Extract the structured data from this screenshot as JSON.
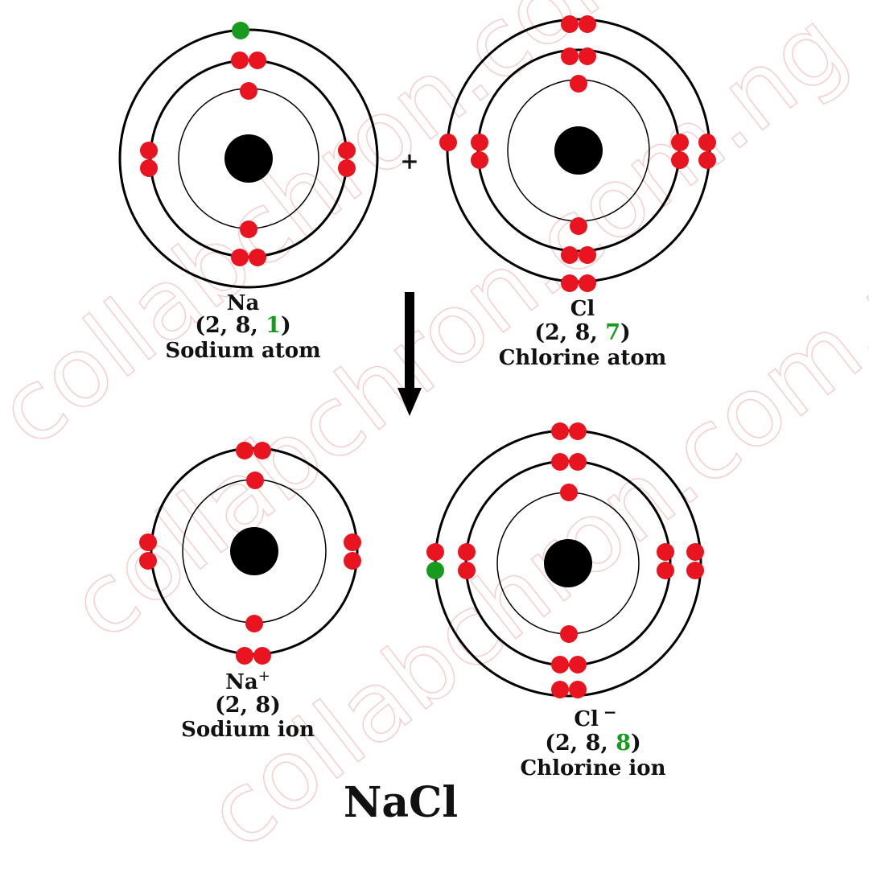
{
  "watermark": "collabchron.com.ng",
  "colors": {
    "electron": "#e8141f",
    "transferred_electron": "#179a1d",
    "nucleus": "#000000",
    "highlight_text": "#179a1d"
  },
  "plus_sign": "+",
  "sodium_atom": {
    "symbol": "Na",
    "config_prefix": "(2, 8, ",
    "config_highlight": "1",
    "config_suffix": ")",
    "name": "Sodium atom",
    "shells": [
      2,
      8,
      1
    ]
  },
  "chlorine_atom": {
    "symbol": "Cl",
    "config_prefix": "(2, 8, ",
    "config_highlight": "7",
    "config_suffix": ")",
    "name": "Chlorine atom",
    "shells": [
      2,
      8,
      7
    ]
  },
  "sodium_ion": {
    "symbol": "Na",
    "charge": "+",
    "config": "(2, 8)",
    "name": "Sodium ion",
    "shells": [
      2,
      8
    ]
  },
  "chlorine_ion": {
    "symbol": "Cl",
    "charge": "−",
    "config_prefix": "(2, 8, ",
    "config_highlight": "8",
    "config_suffix": ")",
    "name": "Chlorine ion",
    "shells": [
      2,
      8,
      8
    ]
  },
  "product": "NaCl"
}
